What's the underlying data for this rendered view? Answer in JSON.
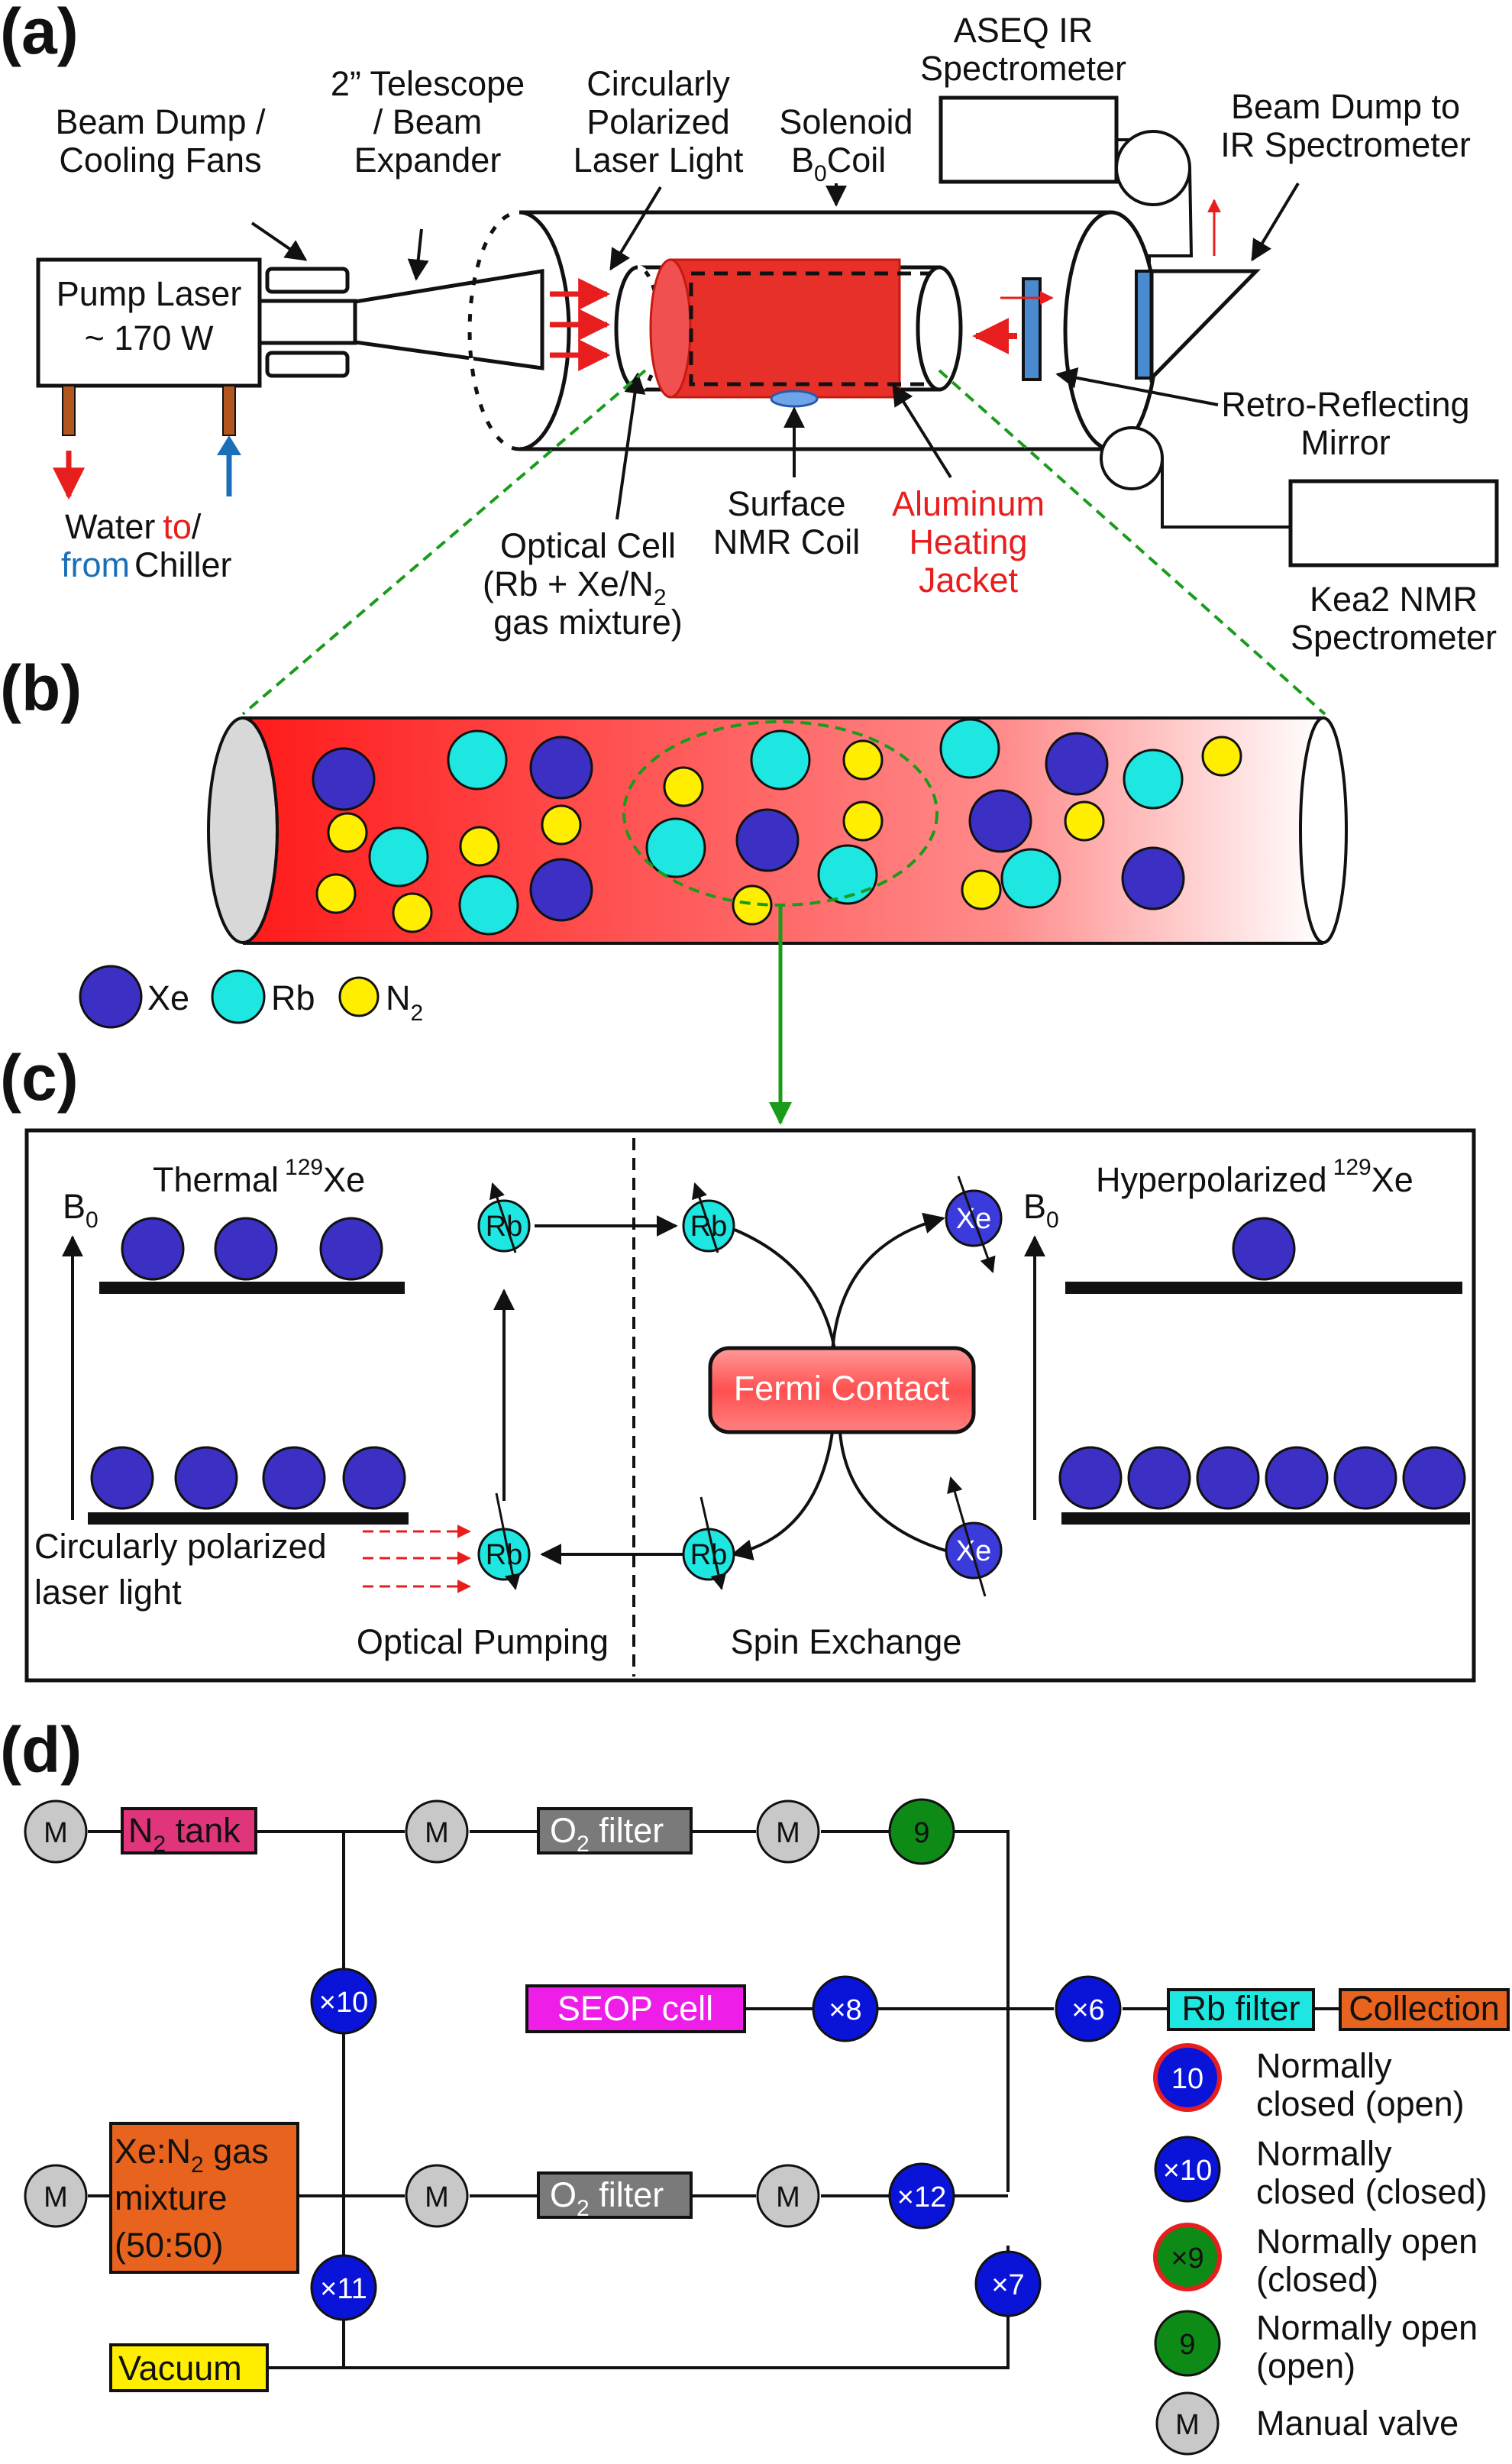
{
  "panels": {
    "a": "(a)",
    "b": "(b)",
    "c": "(c)",
    "d": "(d)"
  },
  "colors": {
    "xe": "#3b2fc4",
    "rb": "#1ee6e0",
    "n2": "#ffee00",
    "laser_red": "#e81e1e",
    "green_dash": "#1a9b1a",
    "valve_blue": "#0a14d8",
    "valve_green": "#0e8a17",
    "manual_grey": "#c8c8c8"
  },
  "a": {
    "beam_dump": [
      "Beam Dump /",
      "Cooling Fans"
    ],
    "telescope": [
      "2” Telescope",
      "/ Beam",
      "Expander"
    ],
    "circ_light": [
      "Circularly",
      "Polarized",
      "Laser Light"
    ],
    "solenoid": [
      "Solenoid",
      "B",
      "0",
      "Coil"
    ],
    "aseq": [
      "ASEQ IR",
      "Spectrometer"
    ],
    "beam_dump_ir": [
      "Beam Dump to",
      "IR Spectrometer"
    ],
    "pump_laser": [
      "Pump Laser",
      "~ 170 W"
    ],
    "retro": [
      "Retro-Reflecting",
      "Mirror"
    ],
    "water": [
      "Water",
      "to",
      "/",
      "from",
      "Chiller"
    ],
    "optical_cell": [
      "Optical Cell",
      "(Rb + Xe/N",
      "2",
      "gas mixture)"
    ],
    "surface_nmr": [
      "Surface",
      "NMR Coil"
    ],
    "heating": [
      "Aluminum",
      "Heating",
      "Jacket"
    ],
    "kea": [
      "Kea2 NMR",
      "Spectrometer"
    ]
  },
  "b": {
    "legend": {
      "xe": "Xe",
      "rb": "Rb",
      "n2": "N",
      "n2_sub": "2"
    }
  },
  "c": {
    "b0": "B",
    "b0_sub": "0",
    "thermal": "Thermal",
    "thermal_sup": "129",
    "thermal_xe": "Xe",
    "hyper": "Hyperpolarized",
    "hyper_sup": "129",
    "hyper_xe": "Xe",
    "rb": "Rb",
    "xe": "Xe",
    "fermi": "Fermi Contact",
    "circ_light": [
      "Circularly polarized",
      "laser light"
    ],
    "optical_pumping": "Optical Pumping",
    "spin_exchange": "Spin Exchange"
  },
  "d": {
    "m": "M",
    "n2_tank": [
      "N",
      "2",
      " tank"
    ],
    "o2_filter": [
      "O",
      "2",
      " filter"
    ],
    "seop": "SEOP cell",
    "rb_filter": "Rb filter",
    "collection": "Collection",
    "xe_mix": [
      "Xe:N",
      "2",
      " gas",
      "mixture",
      "(50:50)"
    ],
    "vacuum": "Vacuum",
    "v9": "9",
    "v10": "×10",
    "v8": "×8",
    "v6": "×6",
    "v11": "×11",
    "v12": "×12",
    "v7": "×7",
    "legend": {
      "nc_open": {
        "sym": "10",
        "text": [
          "Normally",
          "closed (open)"
        ]
      },
      "nc_closed": {
        "sym": "×10",
        "text": [
          "Normally",
          "closed (closed)"
        ]
      },
      "no_closed": {
        "sym": "×9",
        "text": [
          "Normally open",
          "(closed)"
        ]
      },
      "no_open": {
        "sym": "9",
        "text": [
          "Normally open",
          "(open)"
        ]
      },
      "manual": {
        "sym": "M",
        "text": [
          "Manual valve"
        ]
      }
    }
  }
}
